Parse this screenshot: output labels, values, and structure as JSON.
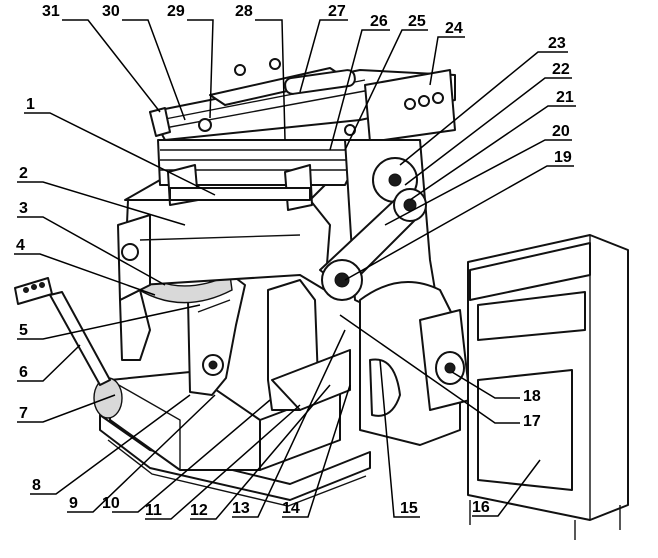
{
  "callouts": [
    {
      "id": "1",
      "text": "1"
    },
    {
      "id": "2",
      "text": "2"
    },
    {
      "id": "3",
      "text": "3"
    },
    {
      "id": "4",
      "text": "4"
    },
    {
      "id": "5",
      "text": "5"
    },
    {
      "id": "6",
      "text": "6"
    },
    {
      "id": "7",
      "text": "7"
    },
    {
      "id": "8",
      "text": "8"
    },
    {
      "id": "9",
      "text": "9"
    },
    {
      "id": "10",
      "text": "10"
    },
    {
      "id": "11",
      "text": "11"
    },
    {
      "id": "12",
      "text": "12"
    },
    {
      "id": "13",
      "text": "13"
    },
    {
      "id": "14",
      "text": "14"
    },
    {
      "id": "15",
      "text": "15"
    },
    {
      "id": "16",
      "text": "16"
    },
    {
      "id": "17",
      "text": "17"
    },
    {
      "id": "18",
      "text": "18"
    },
    {
      "id": "19",
      "text": "19"
    },
    {
      "id": "20",
      "text": "20"
    },
    {
      "id": "21",
      "text": "21"
    },
    {
      "id": "22",
      "text": "22"
    },
    {
      "id": "23",
      "text": "23"
    },
    {
      "id": "24",
      "text": "24"
    },
    {
      "id": "25",
      "text": "25"
    },
    {
      "id": "26",
      "text": "26"
    },
    {
      "id": "27",
      "text": "27"
    },
    {
      "id": "28",
      "text": "28"
    },
    {
      "id": "29",
      "text": "29"
    },
    {
      "id": "30",
      "text": "30"
    },
    {
      "id": "31",
      "text": "31"
    }
  ]
}
